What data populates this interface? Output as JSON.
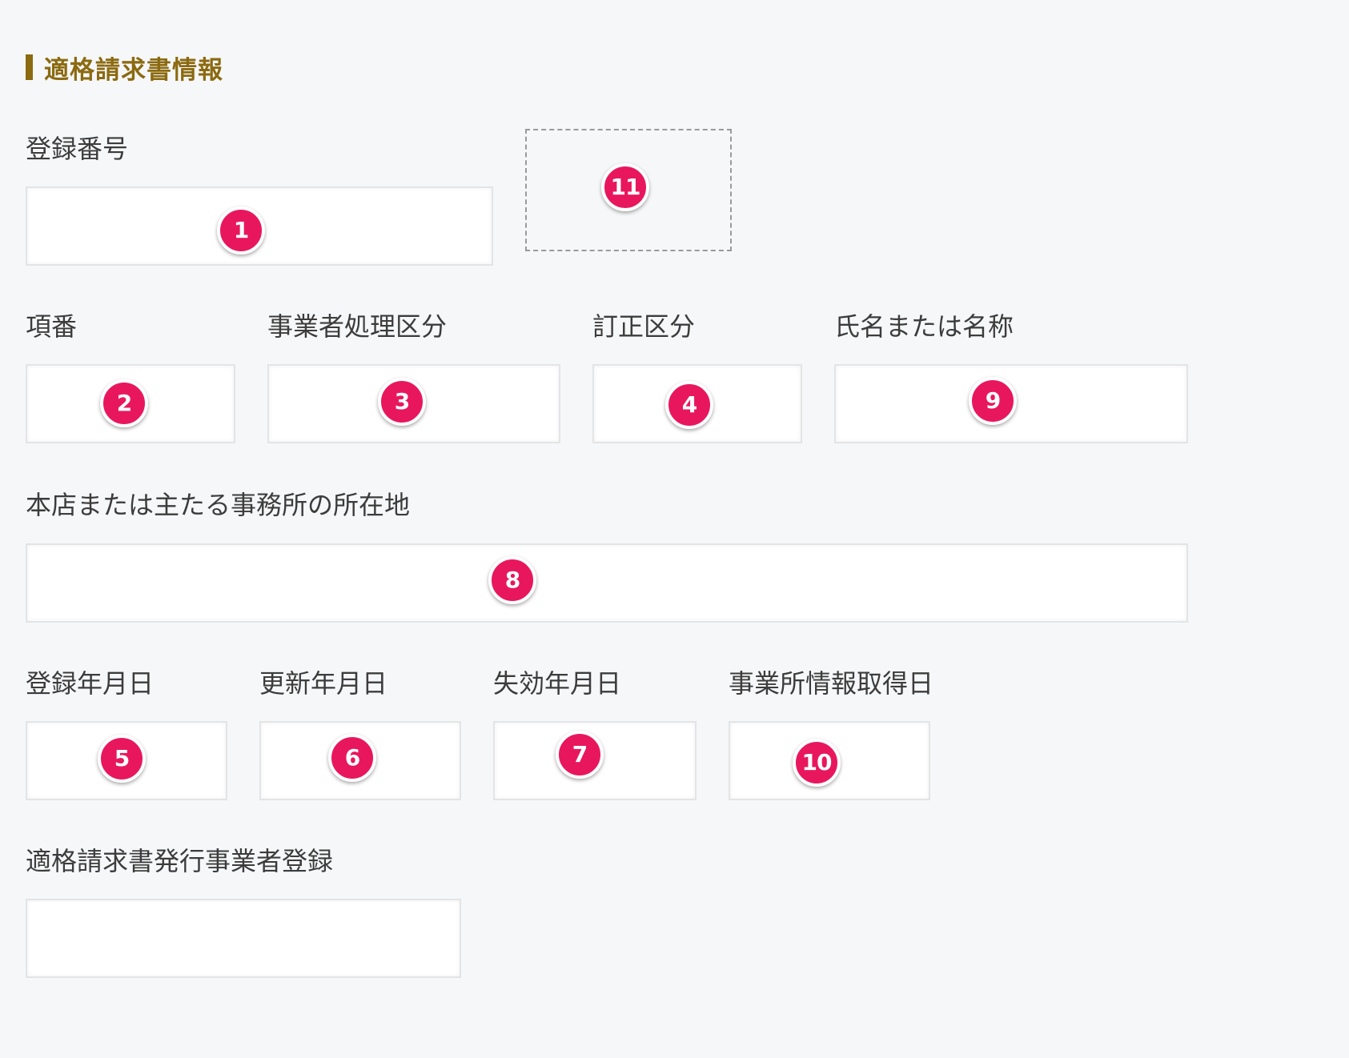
{
  "section": {
    "title": "適格請求書情報",
    "accent_color": "#8b6a10"
  },
  "fields": {
    "registration_number": {
      "label": "登録番号",
      "value": "",
      "marker": "1"
    },
    "item_number": {
      "label": "項番",
      "value": "",
      "marker": "2"
    },
    "business_processing_category": {
      "label": "事業者処理区分",
      "value": "",
      "marker": "3"
    },
    "correction_category": {
      "label": "訂正区分",
      "value": "",
      "marker": "4"
    },
    "name": {
      "label": "氏名または名称",
      "value": "",
      "marker": "9"
    },
    "head_office_address": {
      "label": "本店または主たる事務所の所在地",
      "value": "",
      "marker": "8"
    },
    "registration_date": {
      "label": "登録年月日",
      "value": "",
      "marker": "5"
    },
    "update_date": {
      "label": "更新年月日",
      "value": "",
      "marker": "6"
    },
    "expiration_date": {
      "label": "失効年月日",
      "value": "",
      "marker": "7"
    },
    "office_info_acquisition_date": {
      "label": "事業所情報取得日",
      "value": "",
      "marker": "10"
    },
    "qualified_invoice_issuer_registration": {
      "label": "適格請求書発行事業者登録",
      "value": ""
    }
  },
  "image_placeholder": {
    "marker": "11"
  },
  "marker_color": "#e8175d"
}
